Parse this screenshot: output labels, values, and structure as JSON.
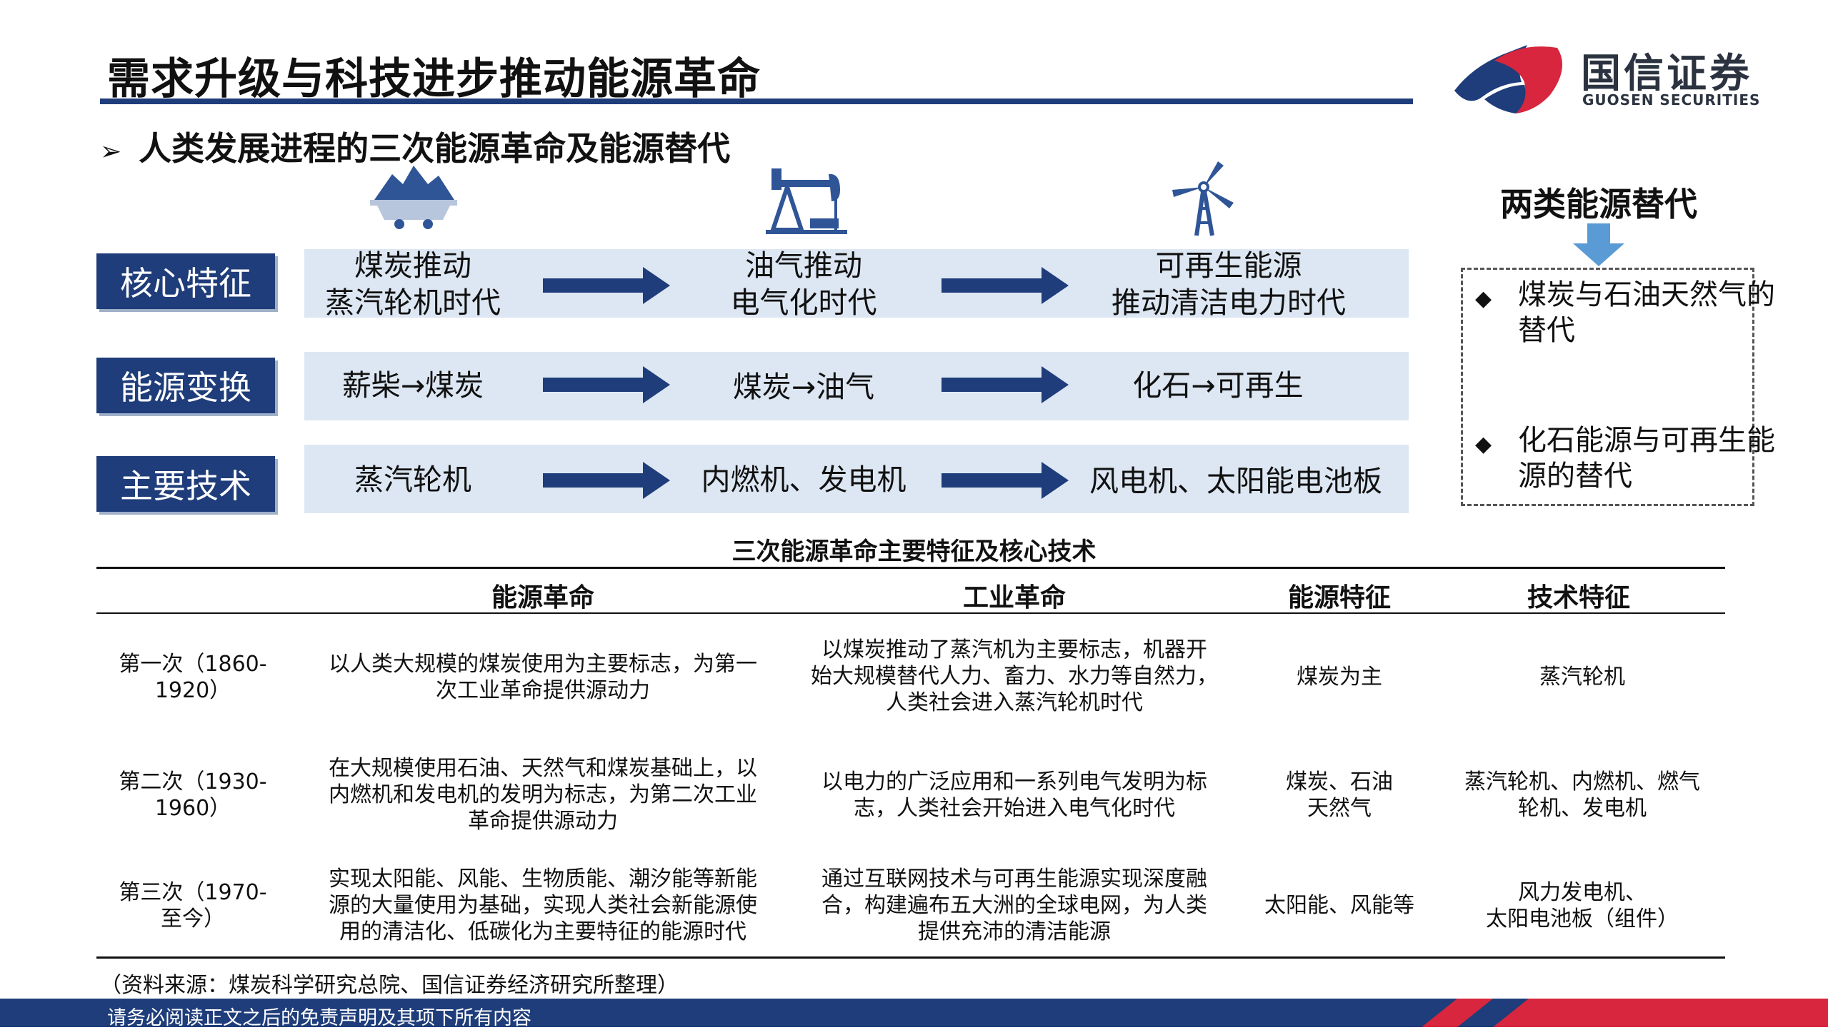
{
  "header": {
    "title": "需求升级与科技进步推动能源革命",
    "subtitle_marker": "➢",
    "subtitle": "人类发展进程的三次能源革命及能源替代"
  },
  "logo": {
    "cn": "国信证券",
    "en": "GUOSEN SECURITIES",
    "colors": {
      "red": "#d7263d",
      "navy": "#1f3d7a"
    }
  },
  "icons": {
    "col1": "coal-cart-icon",
    "col2": "oil-pump-jack-icon",
    "col3": "wind-turbine-icon"
  },
  "rows": [
    {
      "label": "核心特征",
      "cells": [
        "煤炭推动\n蒸汽轮机时代",
        "油气推动\n电气化时代",
        "可再生能源\n推动清洁电力时代"
      ]
    },
    {
      "label": "能源变换",
      "cells": [
        "薪柴→煤炭",
        "煤炭→油气",
        "化石→可再生"
      ]
    },
    {
      "label": "主要技术",
      "cells": [
        "蒸汽轮机",
        "内燃机、发电机",
        "风电机、太阳能电池板"
      ]
    }
  ],
  "substitution": {
    "title": "两类能源替代",
    "items": [
      "煤炭与石油天然气的替代",
      "化石能源与可再生能源的替代"
    ]
  },
  "table": {
    "title": "三次能源革命主要特征及核心技术",
    "headers": [
      "",
      "能源革命",
      "工业革命",
      "能源特征",
      "技术特征"
    ],
    "rows": [
      {
        "period": "第一次（1860-\n1920）",
        "energy_revolution": "以人类大规模的煤炭使用为主要标志，为第一\n次工业革命提供源动力",
        "industrial_revolution": "以煤炭推动了蒸汽机为主要标志，机器开\n始大规模替代人力、畜力、水力等自然力，\n人类社会进入蒸汽轮机时代",
        "energy_feature": "煤炭为主",
        "tech_feature": "蒸汽轮机"
      },
      {
        "period": "第二次（1930-\n1960）",
        "energy_revolution": "在大规模使用石油、天然气和煤炭基础上，以\n内燃机和发电机的发明为标志，为第二次工业\n革命提供源动力",
        "industrial_revolution": "以电力的广泛应用和一系列电气发明为标\n志，人类社会开始进入电气化时代",
        "energy_feature": "煤炭、石油\n天然气",
        "tech_feature": "蒸汽轮机、内燃机、燃气\n轮机、发电机"
      },
      {
        "period": "第三次（1970-\n至今）",
        "energy_revolution": "实现太阳能、风能、生物质能、潮汐能等新能\n源的大量使用为基础，实现人类社会新能源使\n用的清洁化、低碳化为主要特征的能源时代",
        "industrial_revolution": "通过互联网技术与可再生能源实现深度融\n合，构建遍布五大洲的全球电网，为人类\n提供充沛的清洁能源",
        "energy_feature": "太阳能、风能等",
        "tech_feature": "风力发电机、\n太阳电池板（组件）"
      }
    ]
  },
  "source": "（资料来源：煤炭科学研究总院、国信证券经济研究所整理）",
  "footer": "请务必阅读正文之后的免责声明及其项下所有内容",
  "colors": {
    "navy": "#1f3d7a",
    "band": "#dde7f3",
    "arrow": "#1f3d7a",
    "down_arrow": "#5b9bd5"
  }
}
